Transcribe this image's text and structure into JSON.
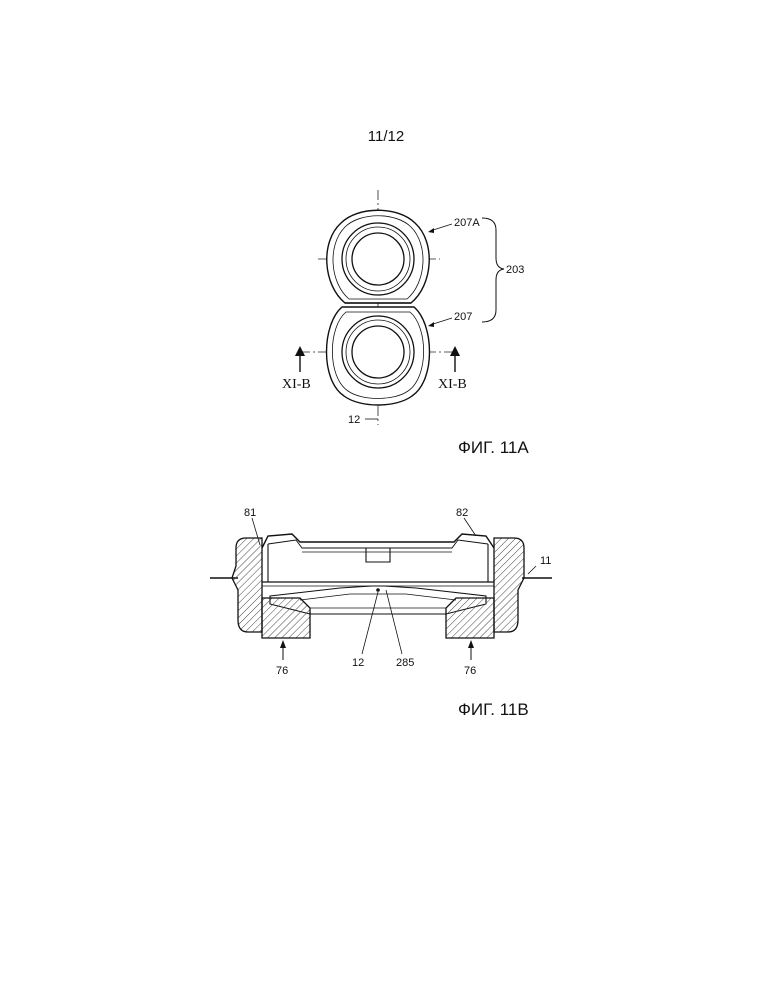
{
  "page_number": "11/12",
  "figure_a": {
    "caption": "ФИГ. 11А",
    "labels": {
      "top_roller": "207A",
      "bracket": "203",
      "bottom_roller": "207",
      "axis": "12",
      "section_left": "XI-B",
      "section_right": "XI-B"
    }
  },
  "figure_b": {
    "caption": "ФИГ. 11В",
    "labels": {
      "left_top": "81",
      "right_top": "82",
      "right_line": "11",
      "left_bottom": "76",
      "center_axis": "12",
      "center_part": "285",
      "right_bottom": "76"
    }
  }
}
